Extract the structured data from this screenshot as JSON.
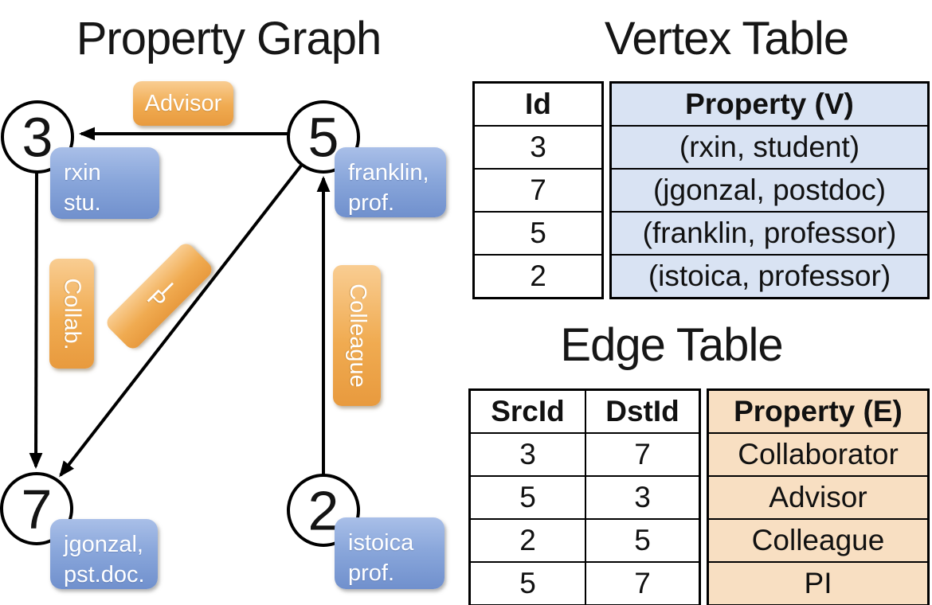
{
  "graph": {
    "title": "Property Graph",
    "nodes": [
      {
        "id": "3",
        "label_lines": [
          "rxin",
          "stu."
        ]
      },
      {
        "id": "5",
        "label_lines": [
          "franklin,",
          "prof."
        ]
      },
      {
        "id": "7",
        "label_lines": [
          "jgonzal,",
          "pst.doc."
        ]
      },
      {
        "id": "2",
        "label_lines": [
          "istoica",
          "prof."
        ]
      }
    ],
    "edge_labels": {
      "advisor": "Advisor",
      "collab": "Collab.",
      "pi": "PI",
      "colleague": "Colleague"
    }
  },
  "vertex_table": {
    "title": "Vertex Table",
    "columns": [
      "Id",
      "Property (V)"
    ],
    "rows": [
      [
        "3",
        "(rxin, student)"
      ],
      [
        "7",
        "(jgonzal, postdoc)"
      ],
      [
        "5",
        "(franklin, professor)"
      ],
      [
        "2",
        "(istoica, professor)"
      ]
    ]
  },
  "edge_table": {
    "title": "Edge Table",
    "columns": [
      "SrcId",
      "DstId",
      "Property (E)"
    ],
    "rows": [
      [
        "3",
        "7",
        "Collaborator"
      ],
      [
        "5",
        "3",
        "Advisor"
      ],
      [
        "2",
        "5",
        "Colleague"
      ],
      [
        "5",
        "7",
        "PI"
      ]
    ]
  },
  "colors": {
    "orange_top": "#f9cd92",
    "orange_bottom": "#e89a3e",
    "blue_top": "#a9bfe8",
    "blue_bottom": "#7090cd",
    "vertex_cell_bg": "#d9e3f3",
    "edge_cell_bg": "#f8dfc2",
    "line": "#000000"
  }
}
